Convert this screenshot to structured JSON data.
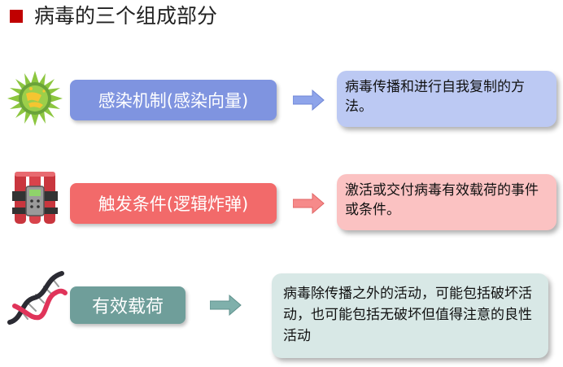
{
  "title": "病毒的三个组成部分",
  "rows": [
    {
      "label": "感染机制(感染向量)",
      "description": "病毒传播和进行自我复制的方法。",
      "icon": "virus-icon",
      "label_color": "#7f94e0",
      "desc_color": "#bcc9f3"
    },
    {
      "label": "触发条件(逻辑炸弹)",
      "description": "激活或交付病毒有效载荷的事件或条件。",
      "icon": "bomb-icon",
      "label_color": "#f26a6a",
      "desc_color": "#fbc2c2"
    },
    {
      "label": "有效载荷",
      "description": "病毒除传播之外的活动，可能包括破坏活动，也可能包括无破坏但值得注意的良性活动",
      "icon": "dna-icon",
      "label_color": "#6f9e9a",
      "desc_color": "#d8e8e6"
    }
  ]
}
